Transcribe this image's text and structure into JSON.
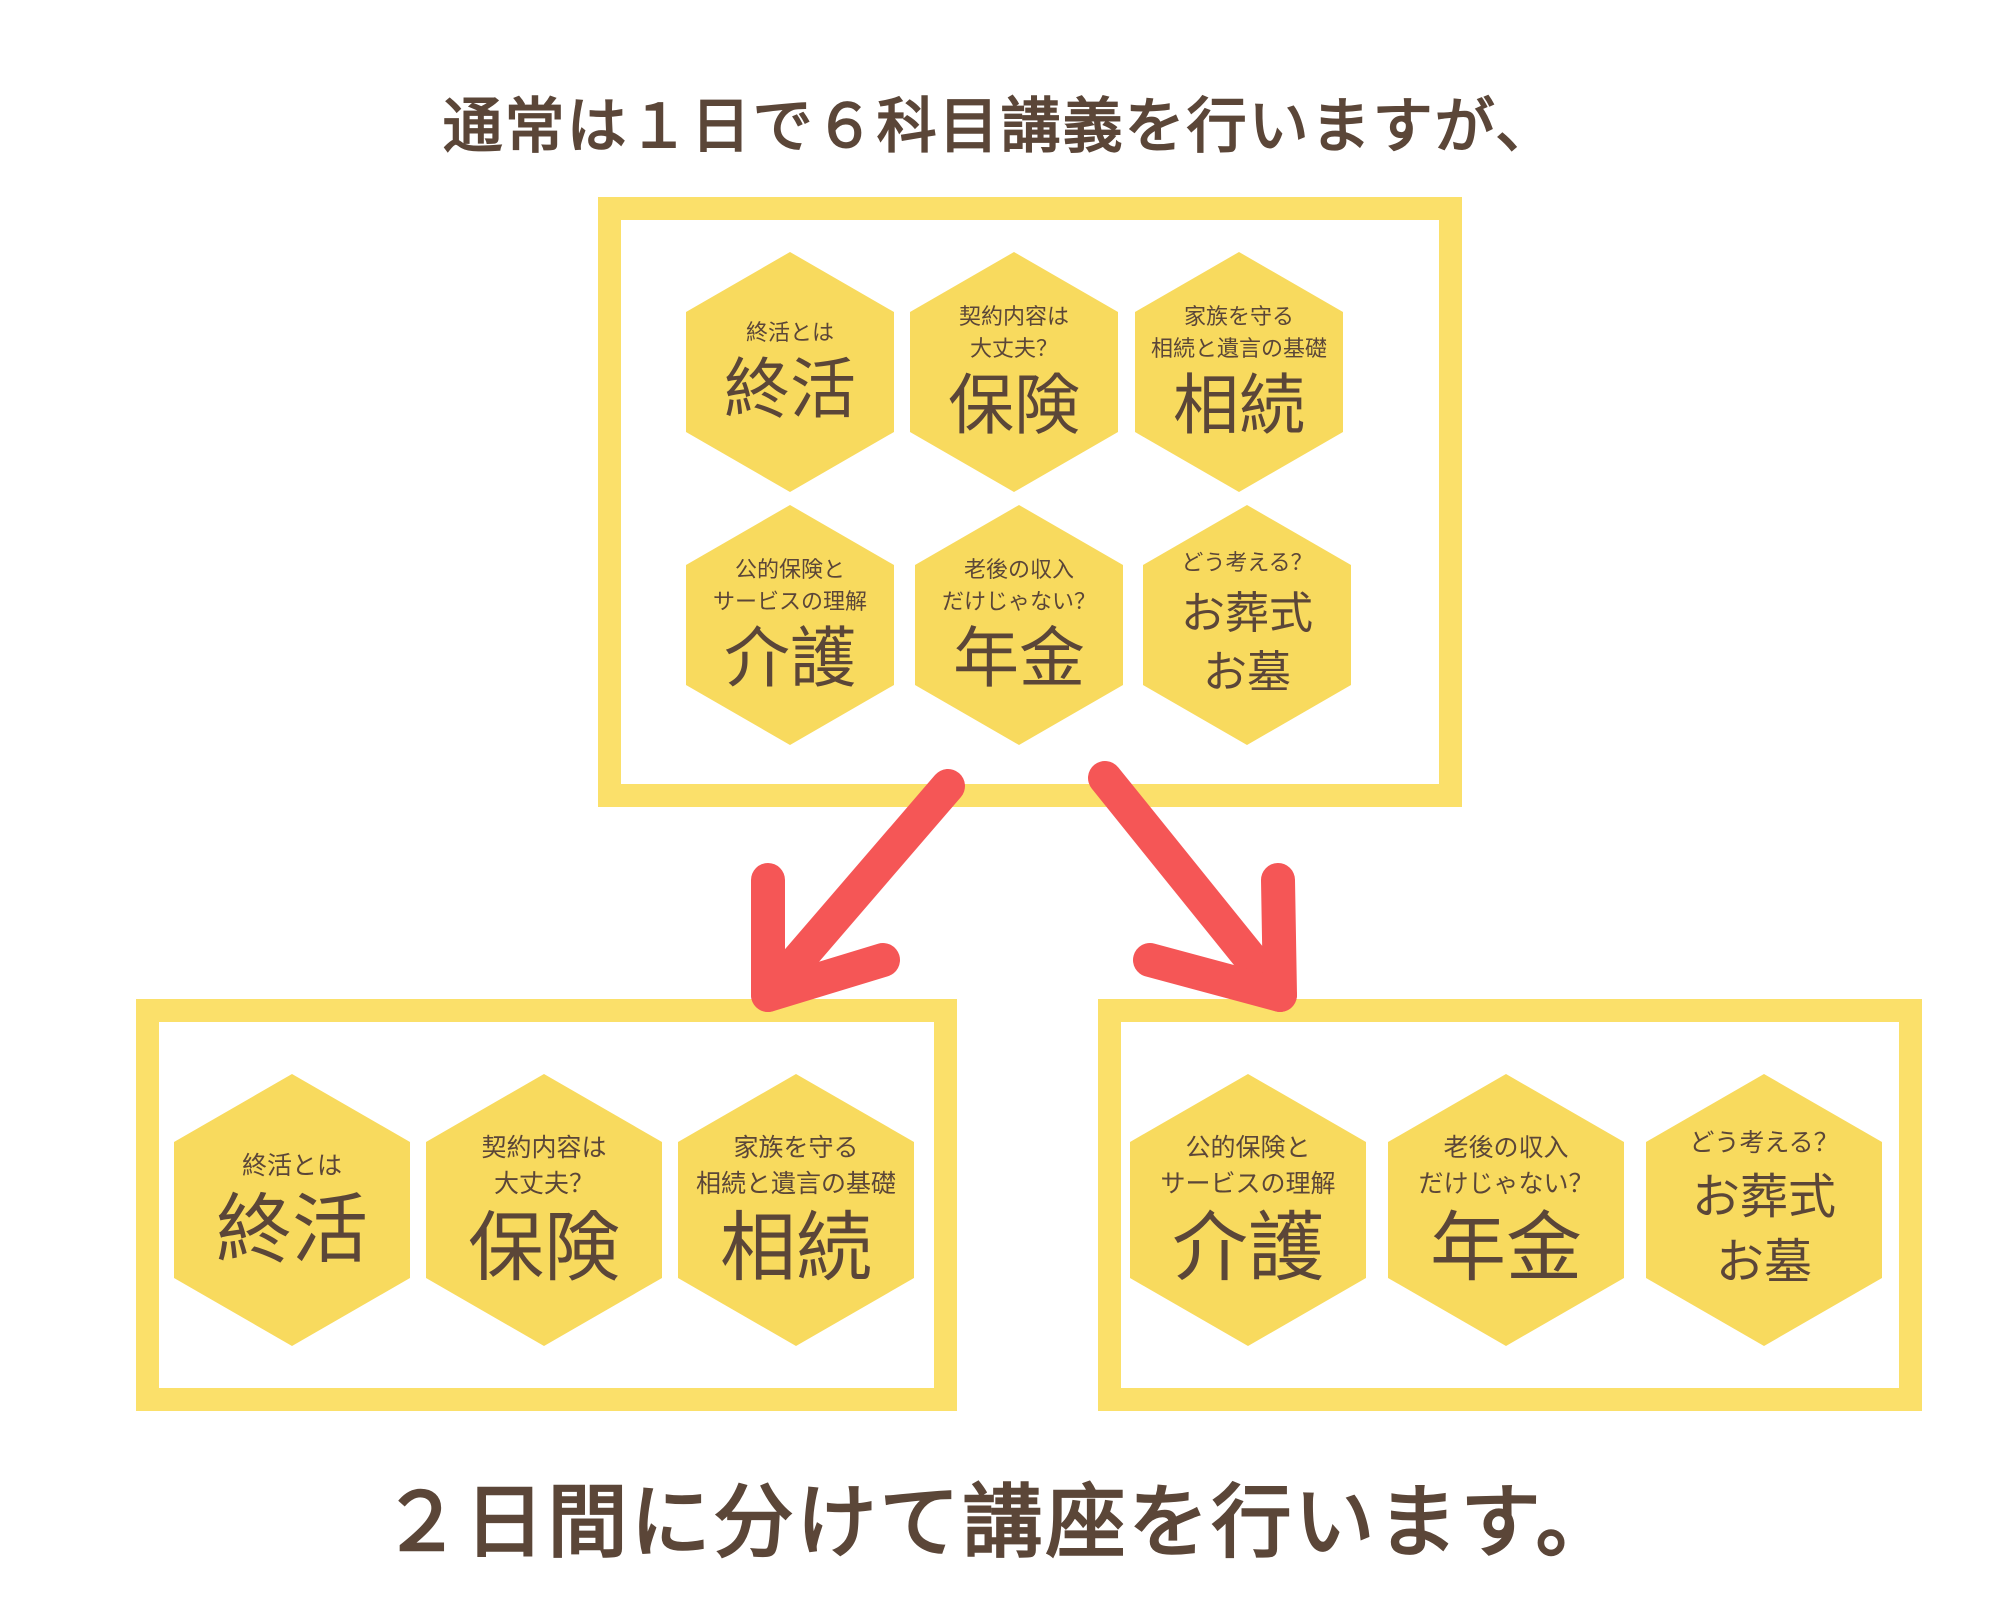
{
  "top_heading": "通常は１日で６科目講義を行いますが、",
  "bottom_heading": "２日間に分けて講座を行います。",
  "colors": {
    "frame": "#fbe06a",
    "hexagon": "#f8da5e",
    "arrow": "#f55656",
    "text": "#5b4638"
  },
  "subjects": [
    {
      "sub": "終活とは",
      "main": "終活"
    },
    {
      "sub": "契約内容は\n大丈夫？",
      "main": "保険"
    },
    {
      "sub": "家族を守る\n相続と遺言の基礎",
      "main": "相続"
    },
    {
      "sub": "公的保険と\nサービスの理解",
      "main": "介護"
    },
    {
      "sub": "老後の収入\nだけじゃない？",
      "main": "年金"
    },
    {
      "sub": "どう考える？",
      "main": "お葬式\nお墓"
    }
  ]
}
